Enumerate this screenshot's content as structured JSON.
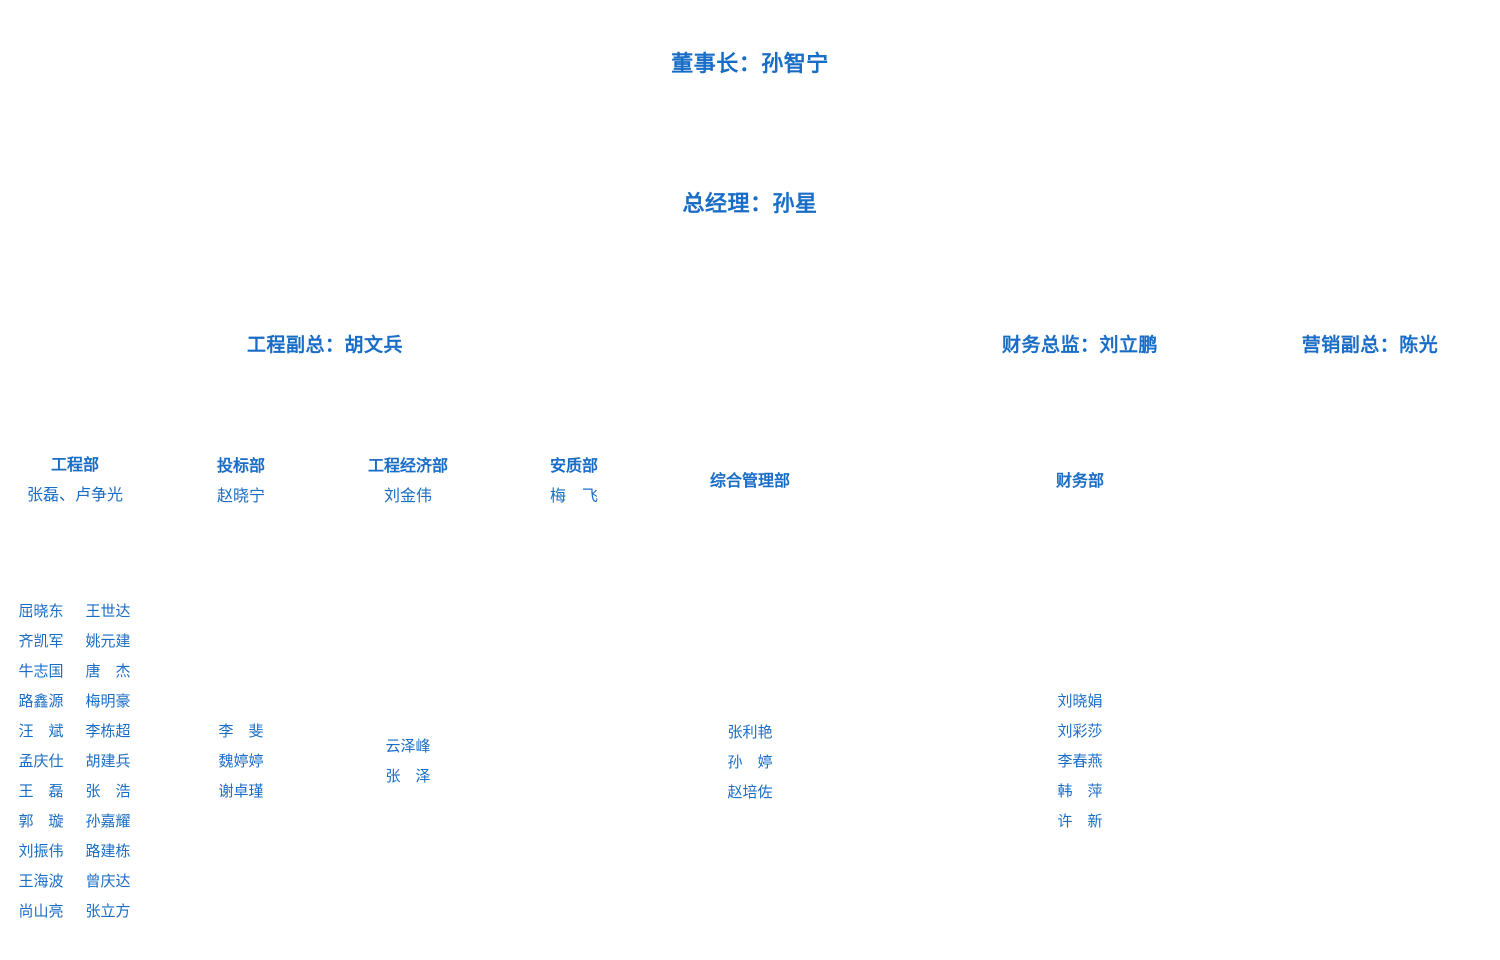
{
  "chairman": "董事长：孙智宁",
  "general_manager": "总经理：孙星",
  "vice_presidents": {
    "engineering": "工程副总：胡文兵",
    "finance": "财务总监：刘立鹏",
    "marketing": "营销副总：陈光"
  },
  "departments": {
    "engineering": {
      "name": "工程部",
      "head": "张磊、卢争光",
      "staff": [
        "屈晓东",
        "王世达",
        "齐凯军",
        "姚元建",
        "牛志国",
        "唐　杰",
        "路鑫源",
        "梅明豪",
        "汪　斌",
        "李栋超",
        "孟庆仕",
        "胡建兵",
        "王　磊",
        "张　浩",
        "郭　璇",
        "孙嘉耀",
        "刘振伟",
        "路建栋",
        "王海波",
        "曾庆达",
        "尚山亮",
        "张立方"
      ]
    },
    "bidding": {
      "name": "投标部",
      "head": "赵晓宁",
      "staff": [
        "李　斐",
        "魏婷婷",
        "谢卓瑾"
      ]
    },
    "economics": {
      "name": "工程经济部",
      "head": "刘金伟",
      "staff": [
        "云泽峰",
        "张　泽"
      ]
    },
    "safety": {
      "name": "安质部",
      "head": "梅　飞"
    },
    "admin": {
      "name": "综合管理部",
      "staff": [
        "张利艳",
        "孙　婷",
        "赵培佐"
      ]
    },
    "finance": {
      "name": "财务部",
      "staff": [
        "刘晓娟",
        "刘彩莎",
        "李春燕",
        "韩　萍",
        "许　新"
      ]
    }
  }
}
